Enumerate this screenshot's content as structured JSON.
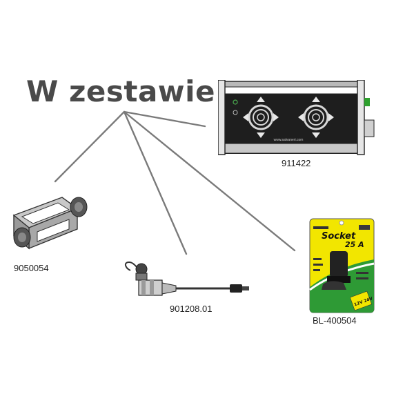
{
  "heading": "W zestawie:",
  "colors": {
    "heading": "#4a4a4a",
    "lines": "#777777",
    "package_yellow": "#f2e600",
    "package_green": "#2e9a35"
  },
  "products": [
    {
      "code": "911422",
      "icon": "control-panel-icon"
    },
    {
      "code": "9050054",
      "icon": "mounting-bracket-icon"
    },
    {
      "code": "901208.01",
      "icon": "cable-plug-icon"
    },
    {
      "code": "BL-400504",
      "icon": "socket-package-icon"
    }
  ],
  "package": {
    "brand": "Socket",
    "rating": "25 A",
    "voltage": "12V 24V"
  },
  "panel": {
    "brand": "www.salvaneri.com"
  }
}
